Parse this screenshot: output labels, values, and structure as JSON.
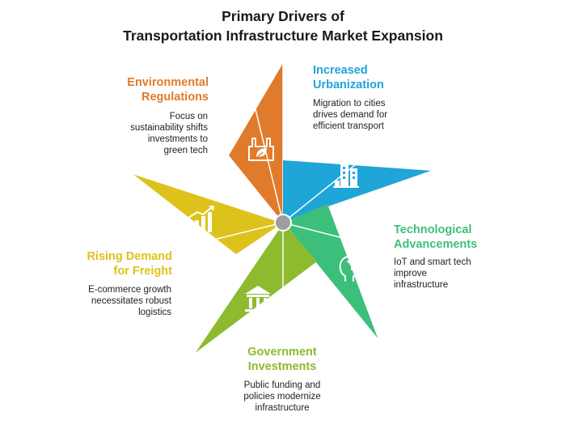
{
  "title": {
    "line1": "Primary Drivers of",
    "line2": "Transportation Infrastructure Market Expansion"
  },
  "drivers": [
    {
      "heading_lines": [
        "Environmental",
        "Regulations"
      ],
      "desc_lines": [
        "Focus on",
        "sustainability shifts",
        "investments to",
        "green tech"
      ],
      "color": "#E07B2C",
      "icon": "factory-leaf-icon"
    },
    {
      "heading_lines": [
        "Increased",
        "Urbanization"
      ],
      "desc_lines": [
        "Migration to cities",
        "drives demand for",
        "efficient transport"
      ],
      "color": "#1FA5D8",
      "icon": "city-buildings-icon"
    },
    {
      "heading_lines": [
        "Technological",
        "Advancements"
      ],
      "desc_lines": [
        "IoT and smart tech",
        "improve",
        "infrastructure"
      ],
      "color": "#3CBF7A",
      "icon": "tech-head-icon"
    },
    {
      "heading_lines": [
        "Government",
        "Investments"
      ],
      "desc_lines": [
        "Public funding and",
        "policies modernize",
        "infrastructure"
      ],
      "color": "#8DBA2E",
      "icon": "government-building-icon"
    },
    {
      "heading_lines": [
        "Rising Demand",
        "for Freight"
      ],
      "desc_lines": [
        "E-commerce growth",
        "necessitates robust",
        "logistics"
      ],
      "color": "#DEC21C",
      "icon": "growth-chart-icon"
    }
  ],
  "hub_color": "#9E9E9E"
}
